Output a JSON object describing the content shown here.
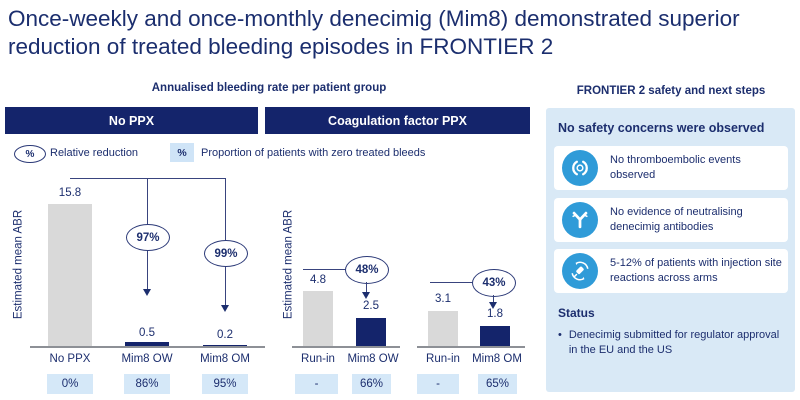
{
  "title": "Once-weekly and once-monthly denecimig (Mim8) demonstrated superior reduction of treated bleeding episodes in FRONTIER 2",
  "chart_section": {
    "subtitle": "Annualised bleeding rate per patient group",
    "legend": {
      "oval_symbol": "%",
      "oval_label": "Relative reduction",
      "square_symbol": "%",
      "square_label": "Proportion of patients with zero treated bleeds"
    }
  },
  "chart_data": [
    {
      "type": "bar",
      "title": "No PPX",
      "ylabel": "Estimated mean ABR",
      "categories": [
        "No PPX",
        "Mim8 OW",
        "Mim8 OM"
      ],
      "values": [
        15.8,
        0.5,
        0.2
      ],
      "value_labels": [
        "15.8",
        "0.5",
        "0.2"
      ],
      "reductions": [
        "97%",
        "99%"
      ],
      "zero_bleed_proportion": [
        "0%",
        "86%",
        "95%"
      ],
      "bar_colors": [
        "#d9d9d9",
        "#14246b",
        "#14246b"
      ]
    },
    {
      "type": "bar",
      "title": "Coagulation factor PPX",
      "ylabel": "Estimated mean ABR",
      "groups": [
        {
          "categories": [
            "Run-in",
            "Mim8 OW"
          ],
          "values": [
            4.8,
            2.5
          ],
          "value_labels": [
            "4.8",
            "2.5"
          ],
          "relative_reduction": "48%",
          "zero_bleed_proportion": [
            "-",
            "66%"
          ]
        },
        {
          "categories": [
            "Run-in",
            "Mim8 OM"
          ],
          "values": [
            3.1,
            1.8
          ],
          "value_labels": [
            "3.1",
            "1.8"
          ],
          "relative_reduction": "43%",
          "zero_bleed_proportion": [
            "-",
            "65%"
          ]
        }
      ]
    }
  ],
  "sidebar": {
    "header": "FRONTIER 2 safety and next steps",
    "panel_heading": "No safety concerns were observed",
    "cards": [
      {
        "icon": "thromboembolic-icon",
        "text": "No thromboembolic events observed"
      },
      {
        "icon": "antibody-icon",
        "text": "No evidence of neutralising denecimig antibodies"
      },
      {
        "icon": "injection-icon",
        "text": "5-12% of patients with injection site reactions across arms"
      }
    ],
    "status_heading": "Status",
    "bullet_glyph": "•",
    "status_bullet": "Denecimig submitted for regulator approval in the EU and the US"
  },
  "colors": {
    "navy_text": "#1c2e6e",
    "header_bar_navy": "#14246b",
    "bar_gray": "#d9d9d9",
    "badge_blue": "#d5e8f8",
    "panel_blue": "#d9e9f6",
    "icon_blue": "#2f9bd8"
  }
}
